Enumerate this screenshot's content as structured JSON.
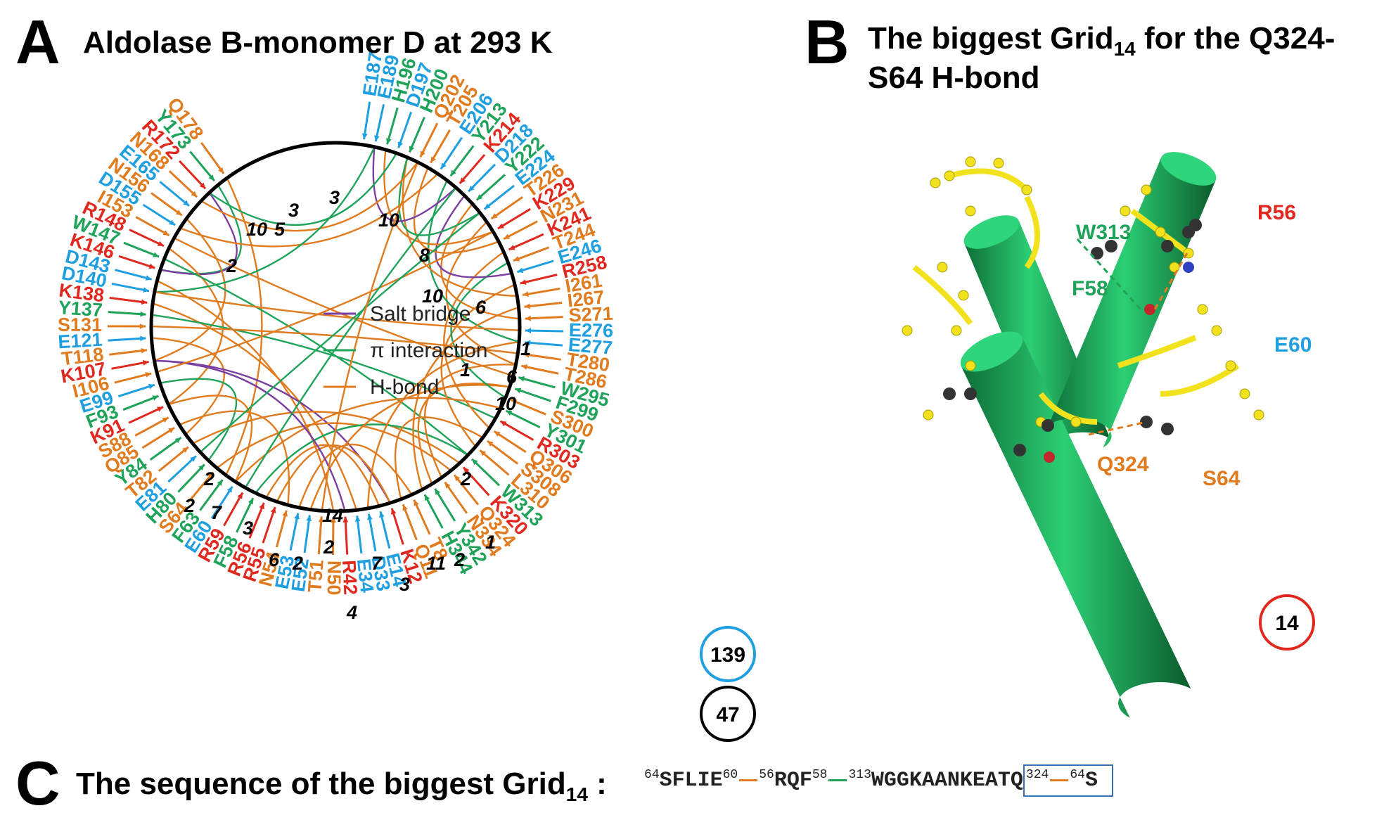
{
  "panel_a": {
    "letter": "A",
    "title": "Aldolase B-monomer D at 293 K",
    "legend": [
      {
        "label": "Salt bridge",
        "color": "#7a3fa0"
      },
      {
        "label": "π interaction",
        "color": "#1fa35a"
      },
      {
        "label": "H-bond",
        "color": "#e07b1f"
      }
    ],
    "counts": {
      "blue_circle": "139",
      "black_circle": "47"
    },
    "ring_numbers": [
      "3",
      "3",
      "10",
      "5",
      "10",
      "2",
      "8",
      "10",
      "6",
      "1",
      "1",
      "10",
      "2",
      "2",
      "7",
      "3",
      "6",
      "2",
      "14",
      "2",
      "7",
      "2",
      "4",
      "3",
      "11",
      "2",
      "1",
      "6"
    ],
    "residues": [
      {
        "t": "Q178",
        "c": "o"
      },
      {
        "t": "Y173",
        "c": "g"
      },
      {
        "t": "R172",
        "c": "r"
      },
      {
        "t": "N168",
        "c": "o"
      },
      {
        "t": "E165",
        "c": "b"
      },
      {
        "t": "N156",
        "c": "o"
      },
      {
        "t": "D155",
        "c": "b"
      },
      {
        "t": "I153",
        "c": "o"
      },
      {
        "t": "R148",
        "c": "r"
      },
      {
        "t": "W147",
        "c": "g"
      },
      {
        "t": "K146",
        "c": "r"
      },
      {
        "t": "D143",
        "c": "b"
      },
      {
        "t": "D140",
        "c": "b"
      },
      {
        "t": "K138",
        "c": "r"
      },
      {
        "t": "Y137",
        "c": "g"
      },
      {
        "t": "S131",
        "c": "o"
      },
      {
        "t": "E121",
        "c": "b"
      },
      {
        "t": "T118",
        "c": "o"
      },
      {
        "t": "K107",
        "c": "r"
      },
      {
        "t": "I106",
        "c": "o"
      },
      {
        "t": "E99",
        "c": "b"
      },
      {
        "t": "F93",
        "c": "g"
      },
      {
        "t": "K91",
        "c": "r"
      },
      {
        "t": "S88",
        "c": "o"
      },
      {
        "t": "Q85",
        "c": "o"
      },
      {
        "t": "Y84",
        "c": "g"
      },
      {
        "t": "T82",
        "c": "o"
      },
      {
        "t": "E81",
        "c": "b"
      },
      {
        "t": "H80",
        "c": "g"
      },
      {
        "t": "S64",
        "c": "o"
      },
      {
        "t": "F63",
        "c": "g"
      },
      {
        "t": "E60",
        "c": "b"
      },
      {
        "t": "R59",
        "c": "r"
      },
      {
        "t": "F58",
        "c": "g"
      },
      {
        "t": "R56",
        "c": "r"
      },
      {
        "t": "R55",
        "c": "r"
      },
      {
        "t": "N54",
        "c": "o"
      },
      {
        "t": "E53",
        "c": "b"
      },
      {
        "t": "E52",
        "c": "b"
      },
      {
        "t": "T51",
        "c": "o"
      },
      {
        "t": "N50",
        "c": "o"
      },
      {
        "t": "R42",
        "c": "r"
      },
      {
        "t": "E34",
        "c": "b"
      },
      {
        "t": "D33",
        "c": "b"
      },
      {
        "t": "E14",
        "c": "b"
      },
      {
        "t": "K12",
        "c": "r"
      },
      {
        "t": "Q11",
        "c": "o"
      },
      {
        "t": "T8",
        "c": "o"
      },
      {
        "t": "H344",
        "c": "g"
      },
      {
        "t": "Y342",
        "c": "g"
      },
      {
        "t": "N334",
        "c": "o"
      },
      {
        "t": "Q324",
        "c": "o"
      },
      {
        "t": "K320",
        "c": "r"
      },
      {
        "t": "W313",
        "c": "g"
      },
      {
        "t": "L310",
        "c": "o"
      },
      {
        "t": "S308",
        "c": "o"
      },
      {
        "t": "Q306",
        "c": "o"
      },
      {
        "t": "R303",
        "c": "r"
      },
      {
        "t": "Y301",
        "c": "g"
      },
      {
        "t": "S300",
        "c": "o"
      },
      {
        "t": "F299",
        "c": "g"
      },
      {
        "t": "W295",
        "c": "g"
      },
      {
        "t": "T286",
        "c": "o"
      },
      {
        "t": "T280",
        "c": "o"
      },
      {
        "t": "E277",
        "c": "b"
      },
      {
        "t": "E276",
        "c": "b"
      },
      {
        "t": "S271",
        "c": "o"
      },
      {
        "t": "I267",
        "c": "o"
      },
      {
        "t": "I261",
        "c": "o"
      },
      {
        "t": "R258",
        "c": "r"
      },
      {
        "t": "E246",
        "c": "b"
      },
      {
        "t": "T244",
        "c": "o"
      },
      {
        "t": "K241",
        "c": "r"
      },
      {
        "t": "N231",
        "c": "o"
      },
      {
        "t": "K229",
        "c": "r"
      },
      {
        "t": "T226",
        "c": "o"
      },
      {
        "t": "E224",
        "c": "b"
      },
      {
        "t": "Y222",
        "c": "g"
      },
      {
        "t": "D218",
        "c": "b"
      },
      {
        "t": "K214",
        "c": "r"
      },
      {
        "t": "Y213",
        "c": "g"
      },
      {
        "t": "E206",
        "c": "b"
      },
      {
        "t": "T205",
        "c": "o"
      },
      {
        "t": "Q202",
        "c": "o"
      },
      {
        "t": "H200",
        "c": "g"
      },
      {
        "t": "D197",
        "c": "b"
      },
      {
        "t": "H196",
        "c": "g"
      },
      {
        "t": "E189",
        "c": "b"
      },
      {
        "t": "E187",
        "c": "b"
      }
    ]
  },
  "panel_b": {
    "letter": "B",
    "title_line1_pre": "The biggest Grid",
    "title_sub": "14",
    "title_line1_post": " for the Q324-",
    "title_line2": "S64 H-bond",
    "labels": [
      {
        "t": "W313",
        "color": "#1fa35a"
      },
      {
        "t": "F58",
        "color": "#1fa35a"
      },
      {
        "t": "R56",
        "color": "#e0281e"
      },
      {
        "t": "E60",
        "color": "#1f9fe0"
      },
      {
        "t": "Q324",
        "color": "#e07b1f"
      },
      {
        "t": "S64",
        "color": "#e07b1f"
      }
    ],
    "count_circle": "14"
  },
  "panel_c": {
    "letter": "C",
    "title_pre": "The sequence of the biggest Grid",
    "title_sub": "14",
    "title_colon": " :",
    "seq": {
      "sup1": "64",
      "s1": "SFLIE",
      "sup2": "60",
      "sup3": "56",
      "s2": "RQF",
      "sup4": "58",
      "sup5": "313",
      "s3": "WGGKAANKEATQ",
      "sup6": "324",
      "sup7": "64",
      "s4": "S"
    }
  },
  "colors": {
    "o": "#e07b1f",
    "g": "#1fa35a",
    "r": "#e0281e",
    "b": "#1f9fe0",
    "salt": "#7a3fa0"
  }
}
